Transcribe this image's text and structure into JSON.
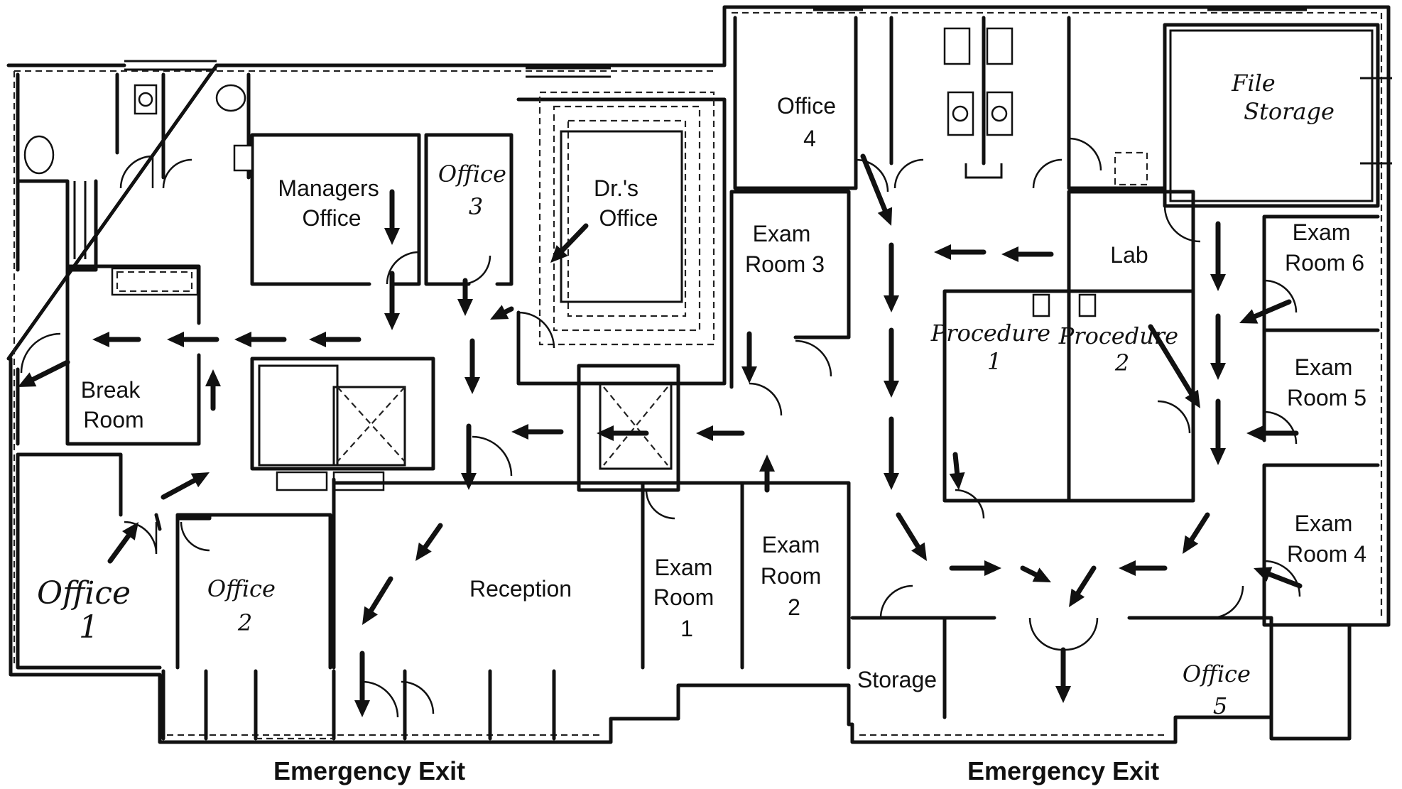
{
  "rooms": {
    "managers_office": [
      "Managers",
      "Office"
    ],
    "office_3": [
      "Office",
      "3"
    ],
    "dr_office": [
      "Dr.'s",
      "Office"
    ],
    "office_4": [
      "Office",
      "4"
    ],
    "file_storage": [
      "File",
      "Storage"
    ],
    "exam_room_3": [
      "Exam",
      "Room 3"
    ],
    "lab": "Lab",
    "exam_room_6": [
      "Exam",
      "Room 6"
    ],
    "procedure_1": [
      "Procedure",
      "1"
    ],
    "procedure_2": [
      "Procedure",
      "2"
    ],
    "break_room": [
      "Break",
      "Room"
    ],
    "exam_room_5": [
      "Exam",
      "Room 5"
    ],
    "exam_room_4": [
      "Exam",
      "Room 4"
    ],
    "office_1": [
      "Office",
      "1"
    ],
    "office_2": [
      "Office",
      "2"
    ],
    "reception": "Reception",
    "exam_room_1": [
      "Exam",
      "Room",
      "1"
    ],
    "exam_room_2": [
      "Exam",
      "Room",
      "2"
    ],
    "storage": "Storage",
    "office_5": [
      "Office",
      "5"
    ]
  },
  "exits": {
    "left": "Emergency Exit",
    "right": "Emergency Exit"
  },
  "icons": {
    "evacuation_arrow": "evacuation-route-arrow-icon",
    "toilet": "toilet-icon",
    "sink": "sink-icon",
    "door": "door-swing-icon"
  }
}
